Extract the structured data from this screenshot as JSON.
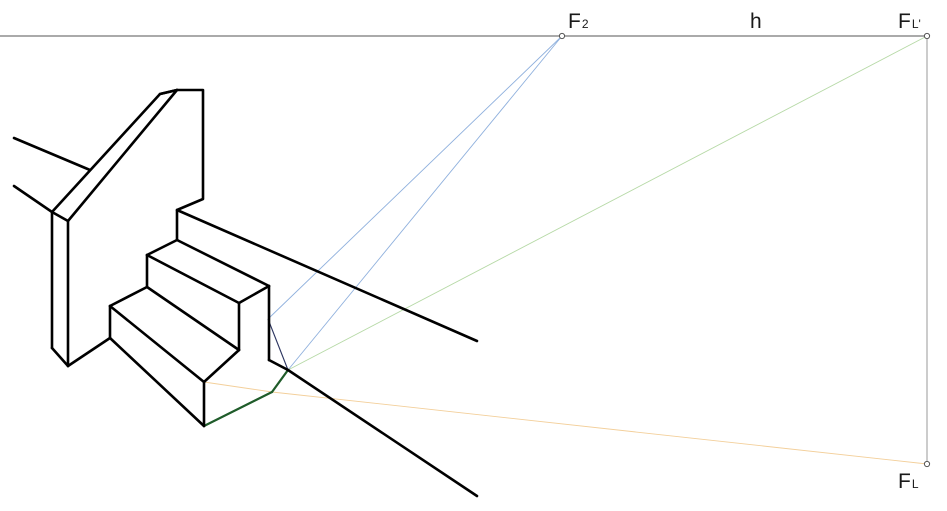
{
  "labels": {
    "vanishing_point_2": {
      "main": "F",
      "sub": "2"
    },
    "horizon": "h",
    "vanishing_point_l_prime": {
      "main": "F",
      "sub": "L'"
    },
    "vanishing_point_l": {
      "main": "F",
      "sub": "L"
    }
  },
  "colors": {
    "structure": "#000000",
    "horizon_line": "#555555",
    "construction_blue": "#8fb0dd",
    "construction_green": "#b6d9a6",
    "construction_orange": "#f3cf9a",
    "slope_dark_green": "#1f5c2a",
    "guide_navy": "#2c3560",
    "vertical_guide": "#9a9a9a"
  }
}
